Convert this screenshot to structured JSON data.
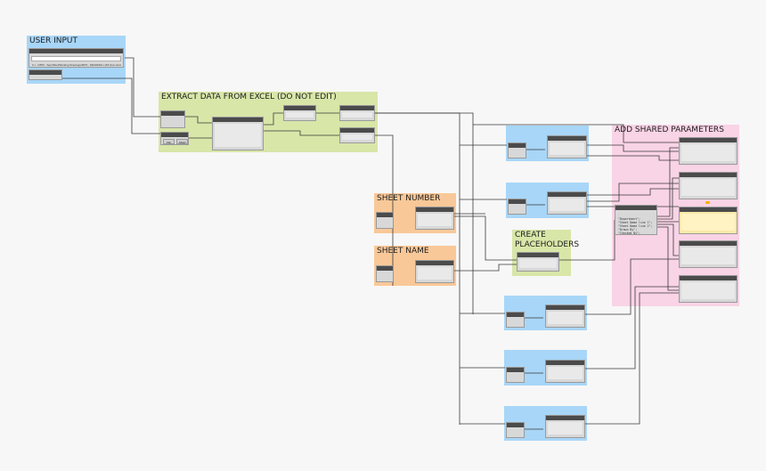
{
  "groups": {
    "user_input": {
      "title": "USER INPUT"
    },
    "extract": {
      "title": "EXTRACT DATA FROM EXCEL (DO NOT EDIT)"
    },
    "sheet_number": {
      "title": "SHEET NUMBER"
    },
    "sheet_name": {
      "title": "SHEET NAME"
    },
    "placeholders": {
      "title": "CREATE\nPLACEHOLDERS"
    },
    "shared_params": {
      "title": "ADD SHARED PARAMETERS"
    }
  },
  "user_input": {
    "file_path": "C:\\...\\2870 - Sept Brief/Working Drawings/2870 - DRAWING LIST.xlsm.xlsm"
  },
  "extract": {
    "browse_label": "File",
    "toggle_label": "Adapt"
  },
  "parameter_list": {
    "lines": [
      "\"Department\";",
      "\"Sheet Name line 1\";",
      "\"Sheet Name line 2\";",
      "\"Drawn By\";",
      "\"Checked By\";"
    ]
  },
  "colors": {
    "blue_group": "#a8d6f8",
    "green_group": "#d8e6a8",
    "orange_group": "#f9c898",
    "pink_group": "#f9d3e6",
    "node_header": "#4b4b4b",
    "wire": "#3a3a3a"
  }
}
